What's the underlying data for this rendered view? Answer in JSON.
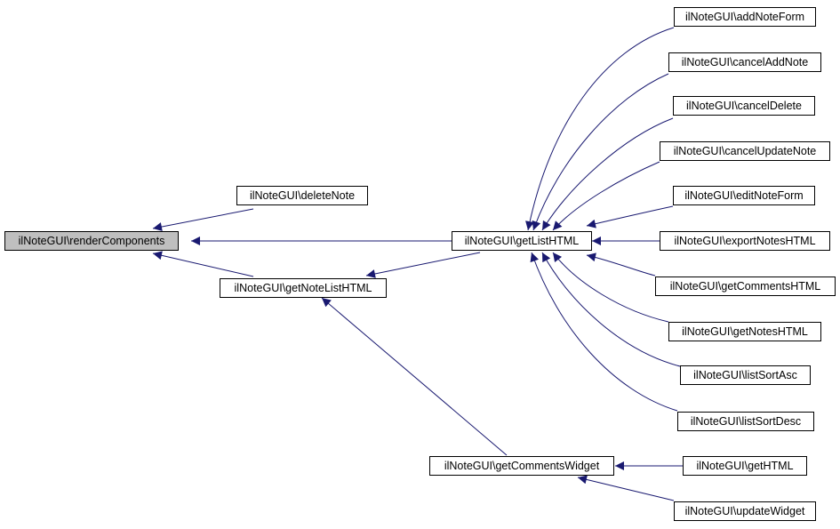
{
  "diagram": {
    "edge_color": "#191970",
    "root_fill": "#bfbfbf",
    "nodes": {
      "renderComponents": "ilNoteGUI\\renderComponents",
      "deleteNote": "ilNoteGUI\\deleteNote",
      "getNoteListHTML": "ilNoteGUI\\getNoteListHTML",
      "getListHTML": "ilNoteGUI\\getListHTML",
      "getCommentsWidget": "ilNoteGUI\\getCommentsWidget",
      "addNoteForm": "ilNoteGUI\\addNoteForm",
      "cancelAddNote": "ilNoteGUI\\cancelAddNote",
      "cancelDelete": "ilNoteGUI\\cancelDelete",
      "cancelUpdateNote": "ilNoteGUI\\cancelUpdateNote",
      "editNoteForm": "ilNoteGUI\\editNoteForm",
      "exportNotesHTML": "ilNoteGUI\\exportNotesHTML",
      "getCommentsHTML": "ilNoteGUI\\getCommentsHTML",
      "getNotesHTML": "ilNoteGUI\\getNotesHTML",
      "listSortAsc": "ilNoteGUI\\listSortAsc",
      "listSortDesc": "ilNoteGUI\\listSortDesc",
      "getHTML": "ilNoteGUI\\getHTML",
      "updateWidget": "ilNoteGUI\\updateWidget"
    }
  }
}
